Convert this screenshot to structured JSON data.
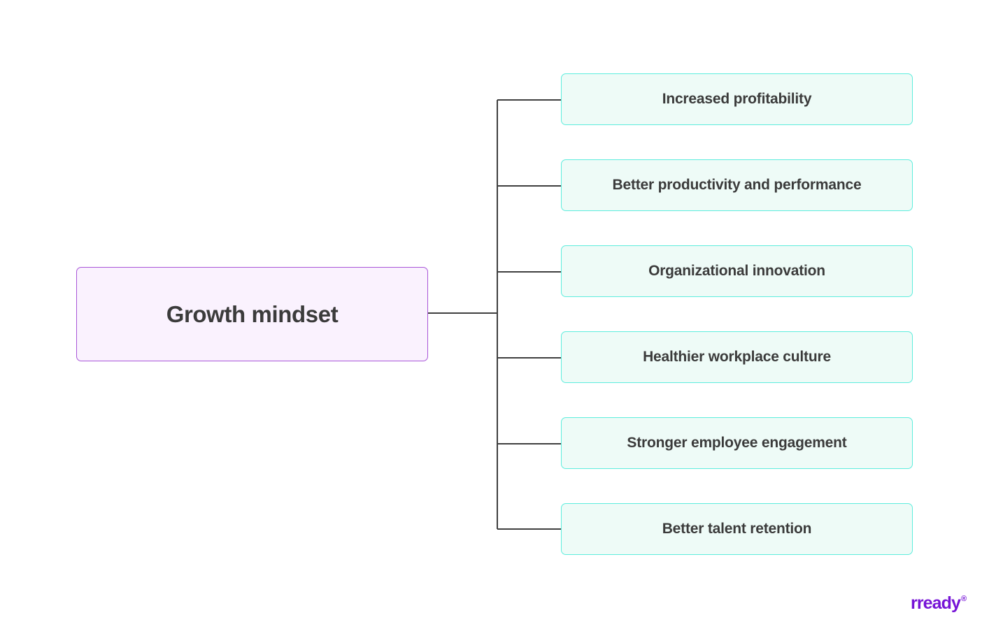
{
  "diagram": {
    "type": "mind-map",
    "root": {
      "label": "Growth mindset",
      "fill": "#faf2fe",
      "border": "#a855d8"
    },
    "branches": [
      {
        "label": "Increased profitability"
      },
      {
        "label": "Better productivity and performance"
      },
      {
        "label": "Organizational innovation"
      },
      {
        "label": "Healthier workplace culture"
      },
      {
        "label": "Stronger employee engagement"
      },
      {
        "label": "Better talent retention"
      }
    ],
    "branch_style": {
      "fill": "#eefbf7",
      "border": "#5deddd"
    },
    "connector_color": "#3f3f3f",
    "background": "#ffffff",
    "text_color": "#3b3b3b"
  },
  "brand": {
    "name": "rready",
    "mark": "®",
    "color": "#7614d6"
  }
}
